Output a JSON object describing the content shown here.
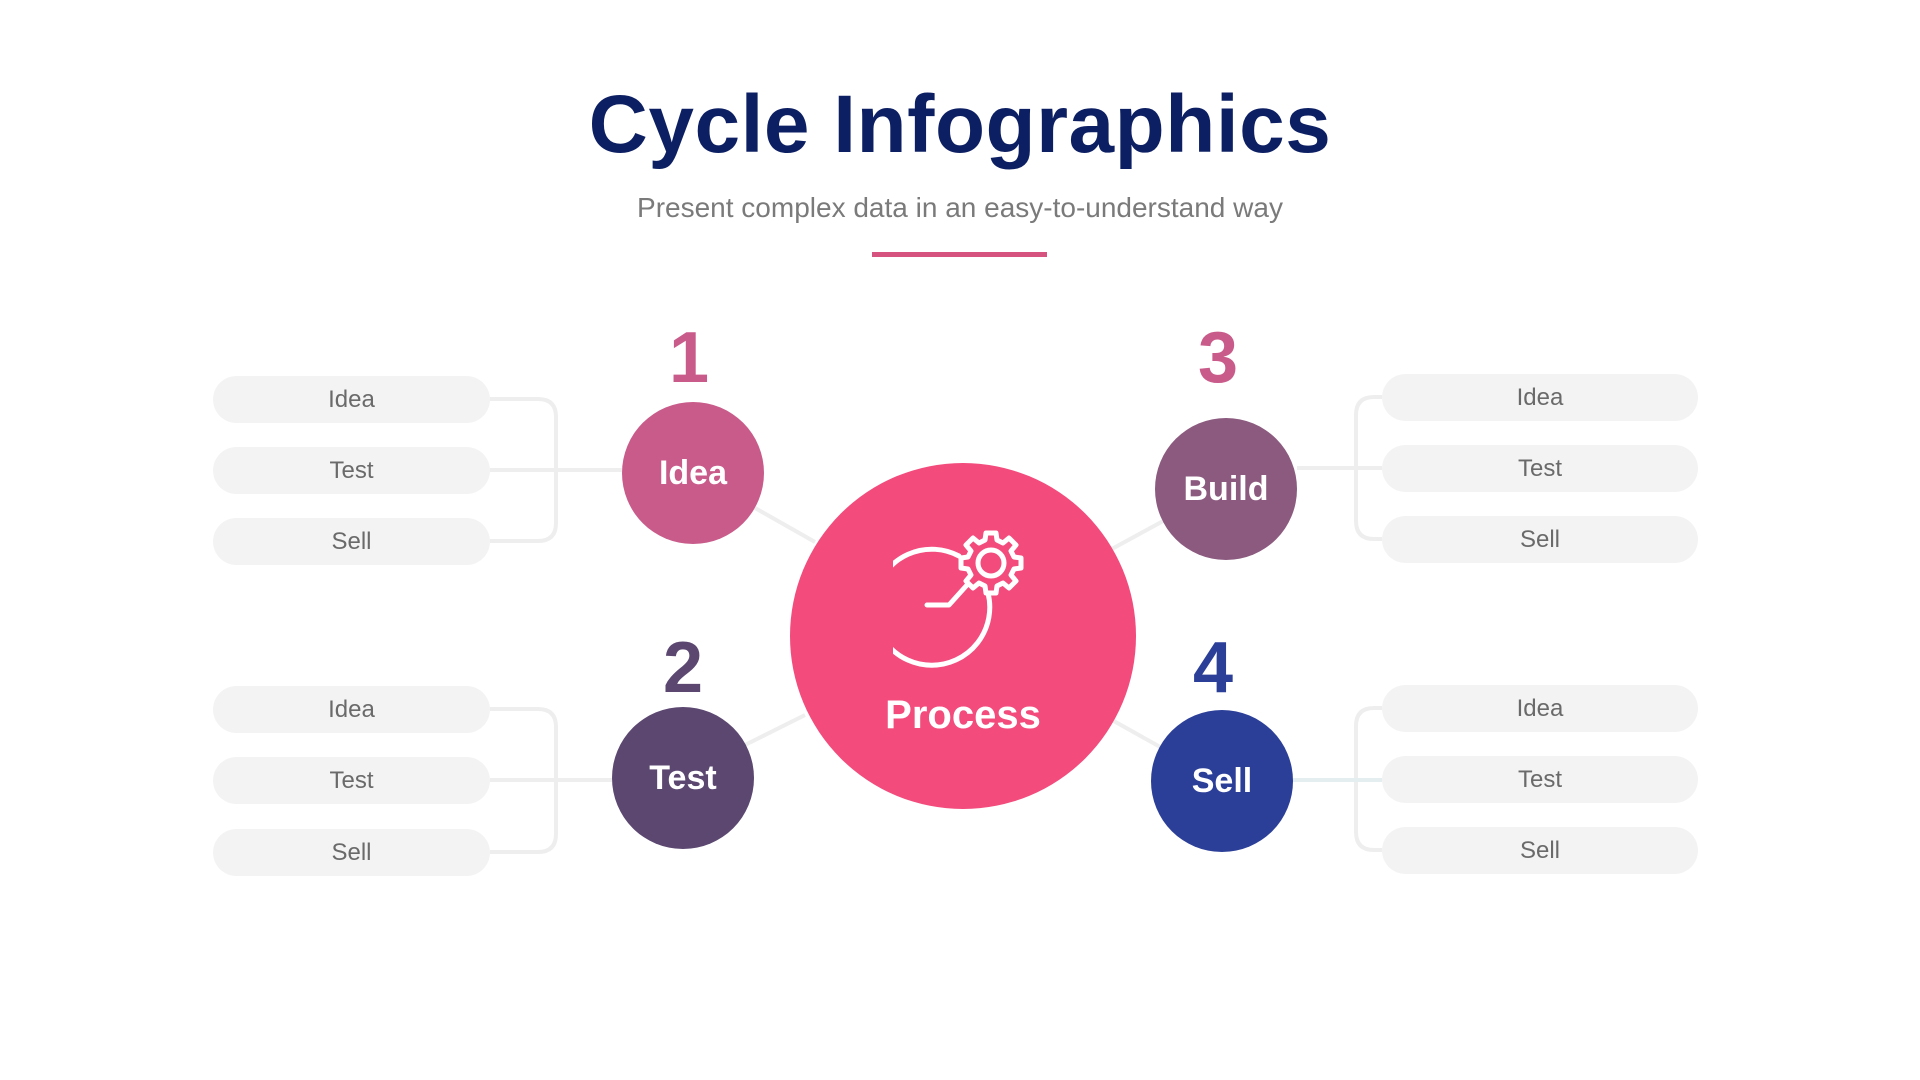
{
  "header": {
    "title": "Cycle Infographics",
    "subtitle": "Present complex data in an easy-to-understand way",
    "accent_color": "#d6527f"
  },
  "center": {
    "label": "Process",
    "icon": "clock-gear-icon",
    "color": "#f24b7c"
  },
  "steps": [
    {
      "number": "1",
      "label": "Idea",
      "color": "#c95b8a",
      "number_color": "#c95b8a",
      "items": [
        "Idea",
        "Test",
        "Sell"
      ]
    },
    {
      "number": "2",
      "label": "Test",
      "color": "#5b4770",
      "number_color": "#5b4770",
      "items": [
        "Idea",
        "Test",
        "Sell"
      ]
    },
    {
      "number": "3",
      "label": "Build",
      "color": "#8b5a7e",
      "number_color": "#c95b8a",
      "items": [
        "Idea",
        "Test",
        "Sell"
      ]
    },
    {
      "number": "4",
      "label": "Sell",
      "color": "#2b3f98",
      "number_color": "#2b3f98",
      "items": [
        "Idea",
        "Test",
        "Sell"
      ]
    }
  ]
}
